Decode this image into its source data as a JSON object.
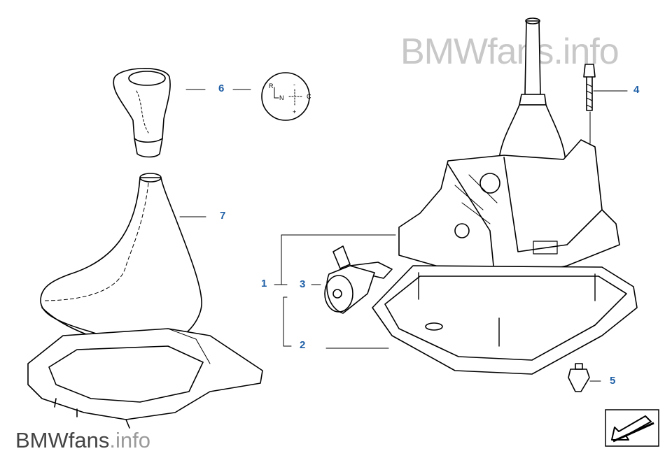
{
  "watermark_top": {
    "text": "BMWfans.info"
  },
  "watermark_bottom": {
    "brand": "BMWfans",
    "suffix": ".info"
  },
  "callouts": {
    "p1": "1",
    "p2": "2",
    "p3": "3",
    "p4": "4",
    "p5": "5",
    "p6": "6",
    "p7": "7"
  },
  "shift_pattern": {
    "r": "R",
    "n": "N",
    "c": "C",
    "minus": "-",
    "plus": "+"
  },
  "colors": {
    "callout": "#1f5fa6",
    "watermark": "#c8c8c8",
    "line": "#000000"
  },
  "nav_icon": "arrow-back-icon"
}
